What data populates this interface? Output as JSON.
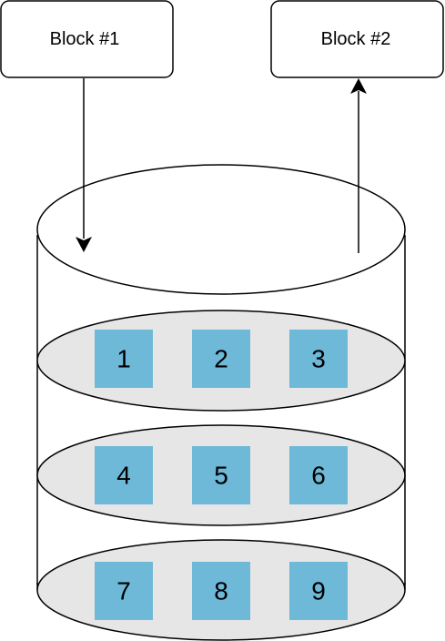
{
  "blocks": [
    {
      "label": "Block #1"
    },
    {
      "label": "Block #2"
    }
  ],
  "rows": [
    {
      "cells": [
        "1",
        "2",
        "3"
      ]
    },
    {
      "cells": [
        "4",
        "5",
        "6"
      ]
    },
    {
      "cells": [
        "7",
        "8",
        "9"
      ]
    }
  ],
  "colors": {
    "cell": "#6eb8d8",
    "platter": "#e6e6e6",
    "stroke": "#000000",
    "background": "#ffffff"
  }
}
